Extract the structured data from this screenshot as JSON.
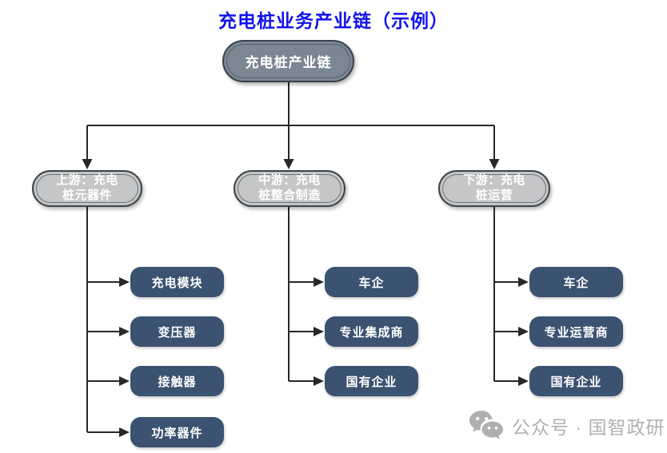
{
  "title": {
    "text": "充电桩业务产业链（示例）",
    "color": "#1313EE"
  },
  "root": {
    "label": "充电桩产业链"
  },
  "tiers": [
    {
      "id": "upstream",
      "lines": [
        "上游：充电",
        "桩元器件"
      ],
      "children": [
        "充电模块",
        "变压器",
        "接触器",
        "功率器件"
      ]
    },
    {
      "id": "midstream",
      "lines": [
        "中游：充电",
        "桩整合制造"
      ],
      "children": [
        "车企",
        "专业集成商",
        "国有企业"
      ]
    },
    {
      "id": "downstream",
      "lines": [
        "下游：充电",
        "桩运营"
      ],
      "children": [
        "车企",
        "专业运营商",
        "国有企业"
      ]
    }
  ],
  "watermark": {
    "icon": "wechat-icon",
    "text": "公众号 · 国智政研"
  },
  "colors": {
    "title_blue": "#1313EE",
    "root_fill": "#7B8793",
    "root_border": "#39424B",
    "tier_fill": "#C5C6C7",
    "tier_border": "#3E4347",
    "leaf_fill": "#3B5270",
    "connector": "#26292B",
    "watermark_gray": "#B1B1B1"
  }
}
